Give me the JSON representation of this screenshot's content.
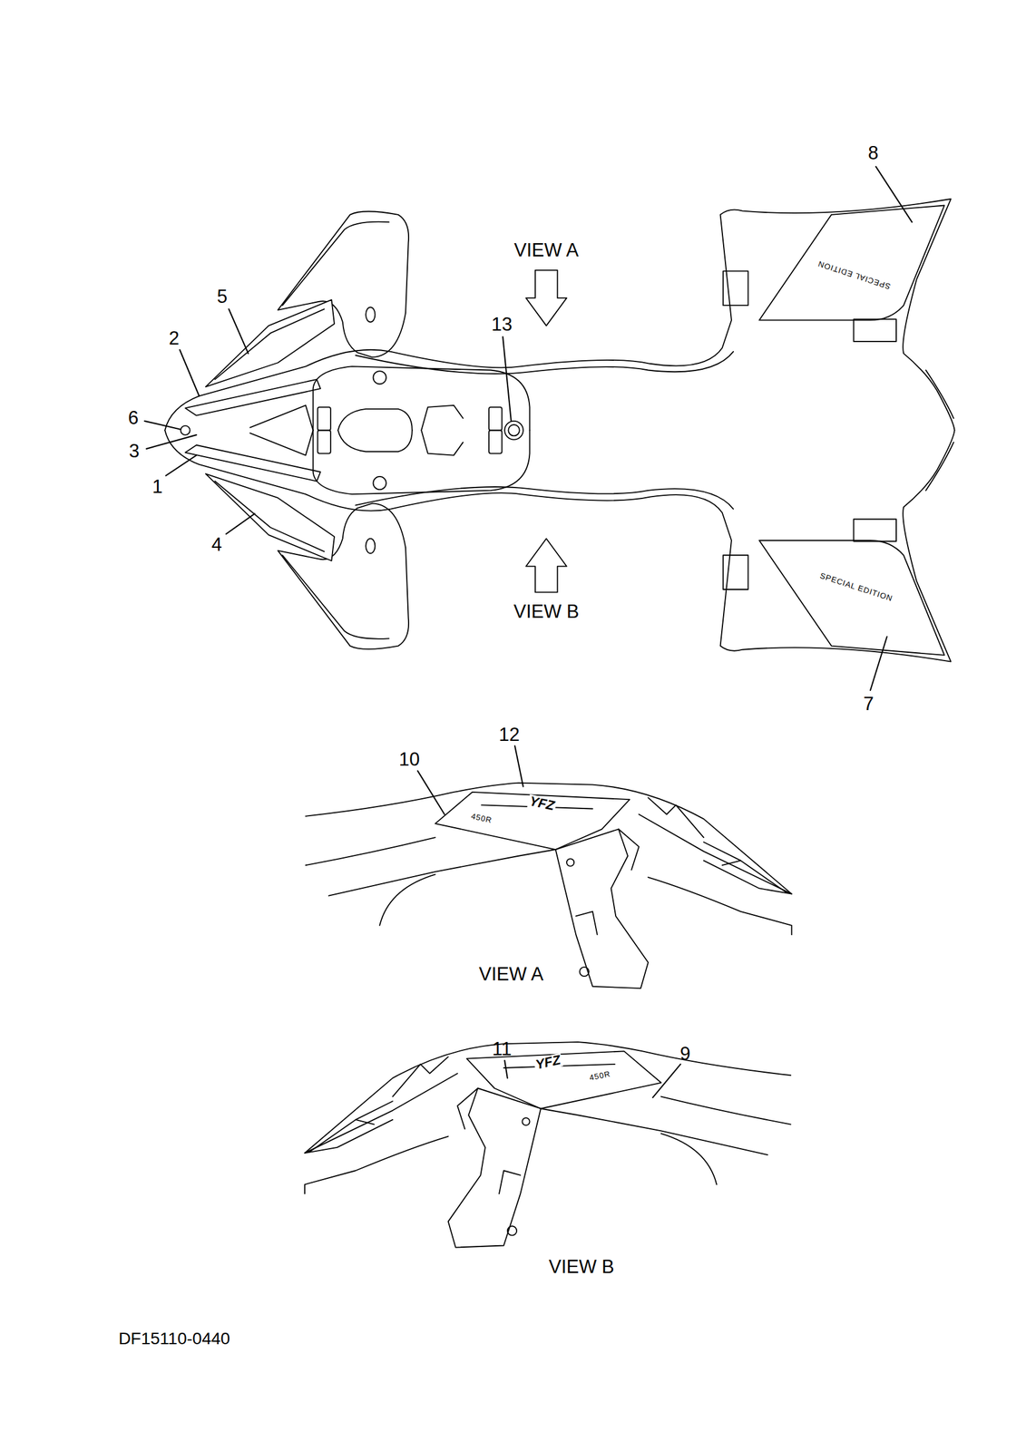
{
  "diagram": {
    "labels": [
      "8",
      "VIEW A",
      "5",
      "SPECIAL EDITION",
      "13",
      "2",
      "6",
      "3",
      "1",
      "4",
      "VIEW B",
      "SPECIAL EDITION",
      "7",
      "12",
      "10",
      "YFZ",
      "450R",
      "VIEW A",
      "11",
      "9",
      "YFZ",
      "450R",
      "VIEW B",
      "DF15110-0440"
    ]
  }
}
